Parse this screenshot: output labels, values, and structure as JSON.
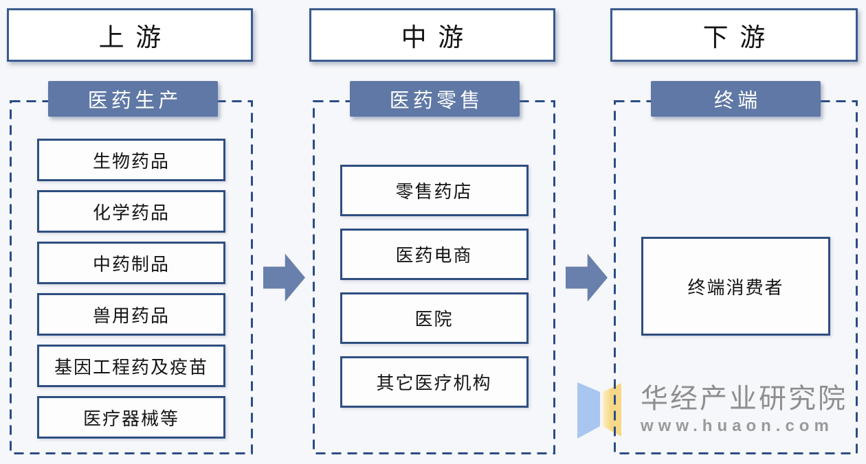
{
  "diagram": {
    "columns": [
      {
        "header": "上游",
        "badge": "医药生产",
        "items": [
          "生物药品",
          "化学药品",
          "中药制品",
          "兽用药品",
          "基因工程药及疫苗",
          "医疗器械等"
        ]
      },
      {
        "header": "中游",
        "badge": "医药零售",
        "items": [
          "零售药店",
          "医药电商",
          "医院",
          "其它医疗机构"
        ]
      },
      {
        "header": "下游",
        "badge": "终端",
        "items": [
          "终端消费者"
        ]
      }
    ]
  },
  "logo": {
    "name": "华经产业研究院",
    "website": "www.huaon.com"
  },
  "colors": {
    "header_border": "#3a5a8c",
    "box_border": "#2e4e80",
    "dashed_border": "#2b4c86",
    "badge_bg": "#5f78a5",
    "arrow": "#6880ab",
    "logo_blue": "#a9c6f1",
    "logo_yellow": "#f6d887",
    "logo_yellow_light": "#fbf0c4",
    "logo_text": "#8e8e8e"
  }
}
